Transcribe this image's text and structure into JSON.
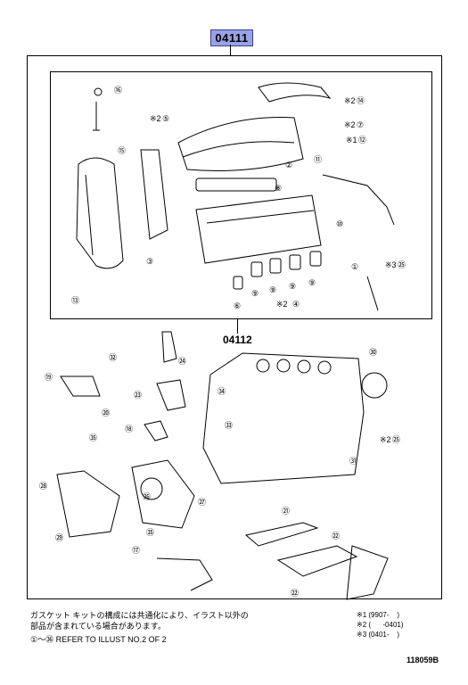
{
  "kit_number": "04111",
  "sub_kit_number": "04112",
  "callouts": [
    "16",
    "5",
    "14",
    "7",
    "12",
    "2",
    "15",
    "8",
    "11",
    "10",
    "3",
    "1",
    "25",
    "13",
    "6",
    "9",
    "4",
    "32",
    "24",
    "19",
    "20",
    "30",
    "34",
    "23",
    "18",
    "35",
    "33",
    "31",
    "28",
    "26",
    "27",
    "29",
    "21",
    "22",
    "17"
  ],
  "remark_marks": {
    "m1": "※1",
    "m2": "※2",
    "m3": "※3"
  },
  "footer": {
    "japanese_line1": "ガスケット キットの構成には共通化により、イラスト以外の",
    "japanese_line2": "部品が含まれている場合があります。",
    "refer_note": "①～㊱ REFER TO ILLUST NO.2 OF 2"
  },
  "notes": [
    "※1 (9907-    )",
    "※2 (      -0401)",
    "※3 (0401-    )"
  ],
  "illustration_code": "118059B"
}
